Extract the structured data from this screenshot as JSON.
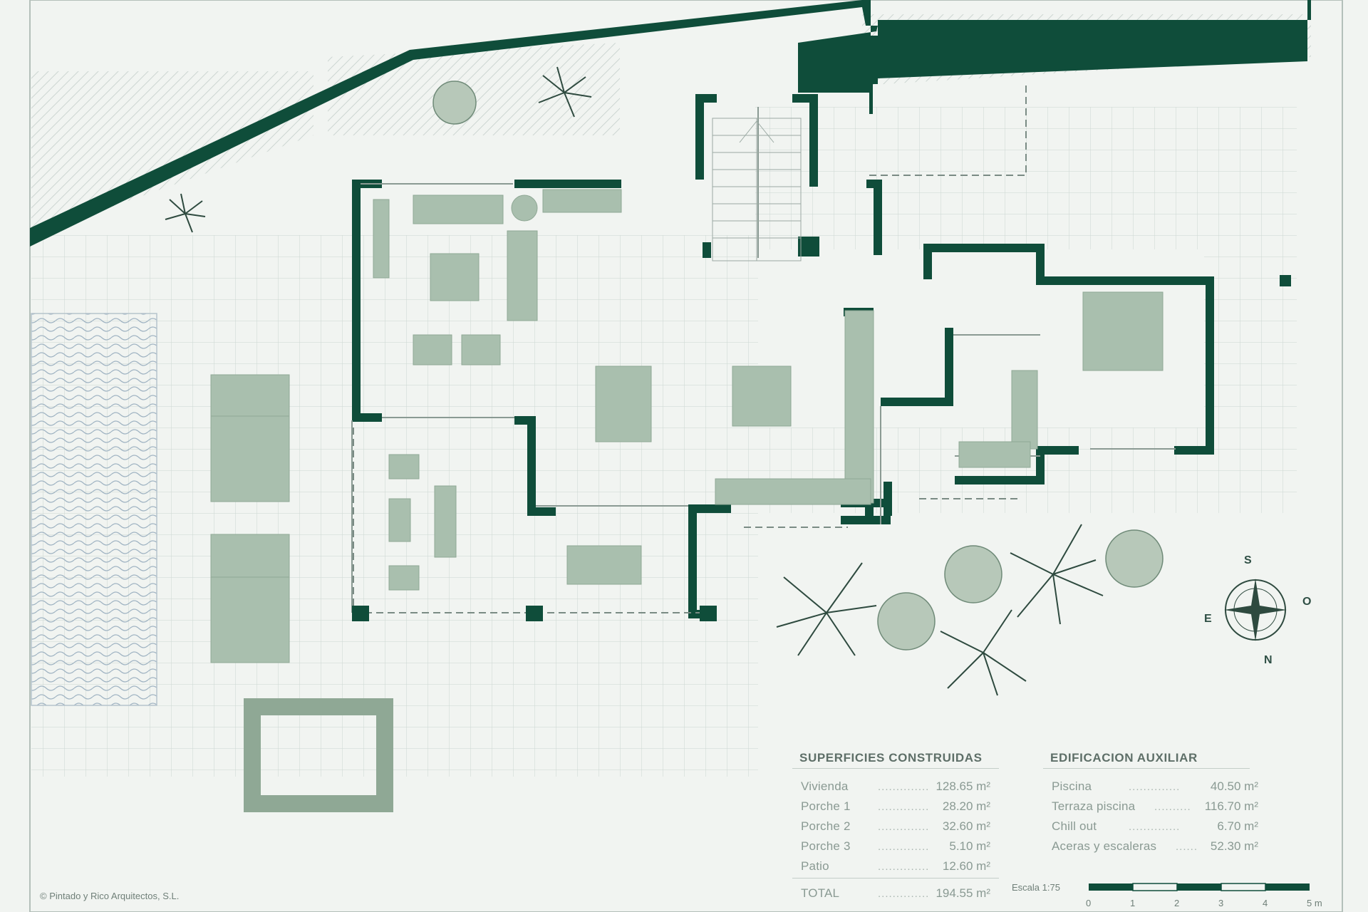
{
  "surfaces": {
    "title": "SUPERFICIES CONSTRUIDAS",
    "rows": [
      {
        "label": "Vivienda",
        "value": "128.65 m²"
      },
      {
        "label": "Porche 1",
        "value": "28.20 m²"
      },
      {
        "label": "Porche 2",
        "value": "32.60 m²"
      },
      {
        "label": "Porche 3",
        "value": "5.10 m²"
      },
      {
        "label": "Patio",
        "value": "12.60 m²"
      }
    ],
    "total_label": "TOTAL",
    "total_value": "194.55 m²"
  },
  "auxiliary": {
    "title": "EDIFICACION AUXILIAR",
    "rows": [
      {
        "label": "Piscina",
        "value": "40.50 m²"
      },
      {
        "label": "Terraza piscina",
        "value": "116.70 m²"
      },
      {
        "label": "Chill out",
        "value": "6.70 m²"
      },
      {
        "label": "Aceras y escaleras",
        "value": "52.30 m²"
      }
    ]
  },
  "scale": {
    "label": "Escala 1:75",
    "ticks": [
      "0",
      "1",
      "2",
      "3",
      "4",
      "5 m"
    ]
  },
  "compass": {
    "n": "N",
    "s": "S",
    "e": "E",
    "o": "O"
  },
  "copyright": "Pintado y Rico Arquitectos, S.L.",
  "colors": {
    "wall": "#0f4d3a",
    "furniture": "#a9bfae",
    "grid": "#c9d3ce",
    "background": "#f1f4f1",
    "pool_pattern": "#9fb3c2"
  }
}
